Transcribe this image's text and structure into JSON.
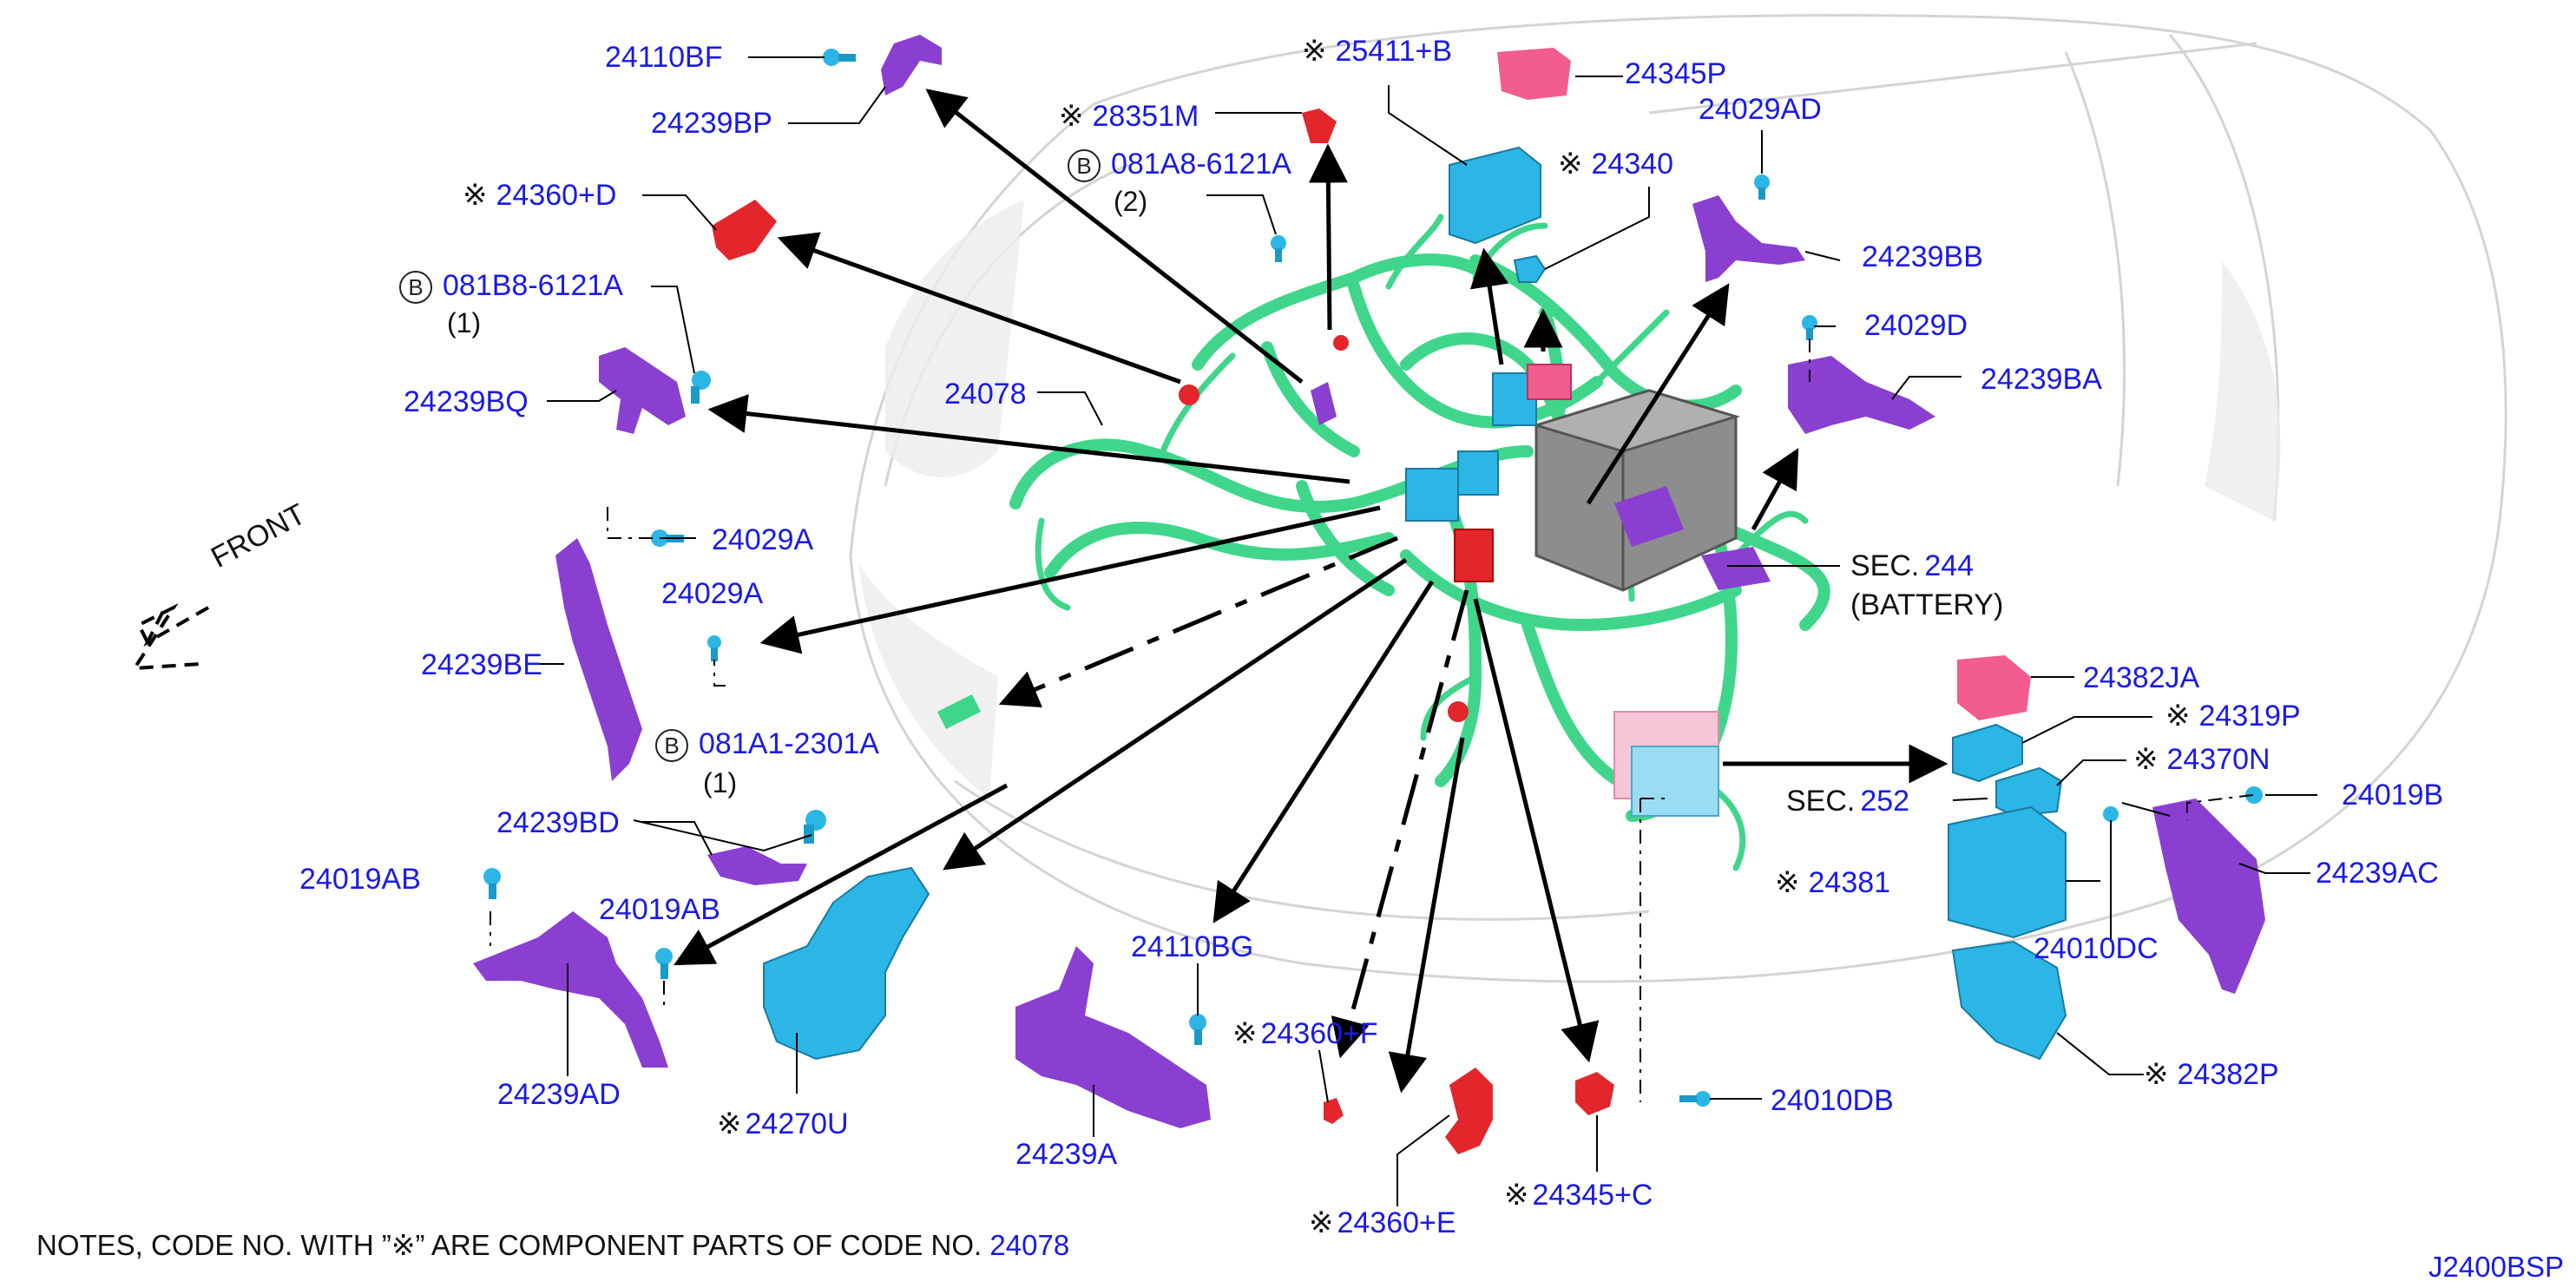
{
  "labels": {
    "p24110BF": "24110BF",
    "p24239BP": "24239BP",
    "p24360D": "24360+D",
    "p081B8": "081B8-6121A",
    "q081B8": "(1)",
    "p24239BQ": "24239BQ",
    "p24078": "24078",
    "p24029A_1": "24029A",
    "p24029A_2": "24029A",
    "p24239BE": "24239BE",
    "p081A1": "081A1-2301A",
    "q081A1": "(1)",
    "p24239BD": "24239BD",
    "p24019AB_1": "24019AB",
    "p24019AB_2": "24019AB",
    "p24239AD": "24239AD",
    "p24270U": "24270U",
    "p28351M": "28351M",
    "p081A8": "081A8-6121A",
    "q081A8": "(2)",
    "p25411B": "25411+B",
    "p24345P": "24345P",
    "p24340": "24340",
    "p24029AD": "24029AD",
    "p24239BB": "24239BB",
    "p24029D": "24029D",
    "p24239BA": "24239BA",
    "sec244_prefix": "SEC.",
    "sec244_num": "244",
    "sec244_name": "(BATTERY)",
    "p24382JA": "24382JA",
    "p24319P": "24319P",
    "p24370N": "24370N",
    "sec252_prefix": "SEC.",
    "sec252_num": "252",
    "p24019B": "24019B",
    "p24381": "24381",
    "p24239AC": "24239AC",
    "p24010DC": "24010DC",
    "p24382P": "24382P",
    "p24010DB": "24010DB",
    "p24110BG": "24110BG",
    "p24239A": "24239A",
    "p24360F": "24360+F",
    "p24360E": "24360+E",
    "p24345C": "24345+C",
    "front": "FRONT"
  },
  "symbols": {
    "component_mark": "※",
    "circled_b": "B"
  },
  "notes": {
    "prefix": "NOTES, CODE NO. WITH ”※” ARE COMPONENT PARTS OF CODE NO. ",
    "code": "24078"
  },
  "figure_id": "J2400BSP",
  "colors": {
    "label_blue": "#1a1ae6",
    "harness_green": "#3fd68b",
    "bracket_purple": "#8a3fd1",
    "relay_cyan": "#2bb6e6",
    "cap_red": "#e3262c",
    "cover_pink": "#f25c8e"
  }
}
